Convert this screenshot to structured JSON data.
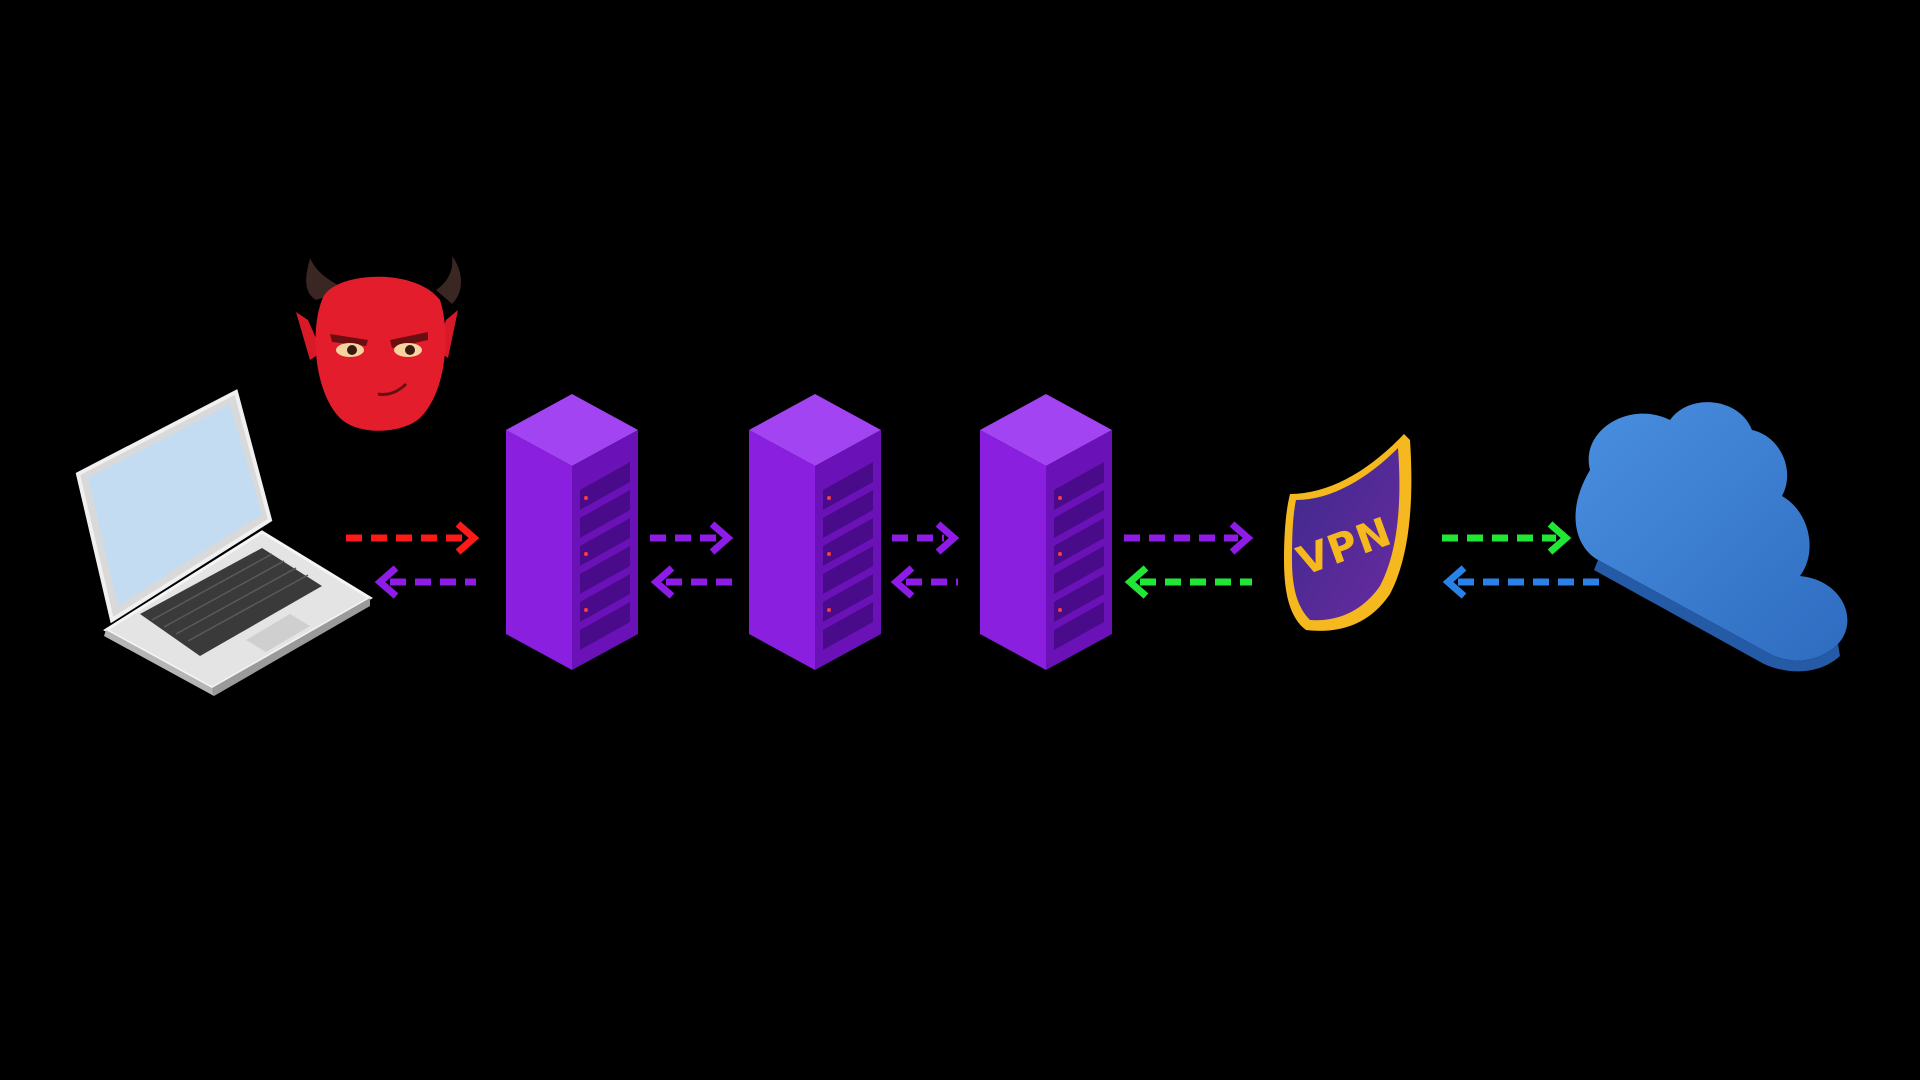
{
  "vpn_badge": {
    "label": "VPN",
    "fill": "#5b2a9a",
    "border": "#f5b81f",
    "text_color": "#f5b81f"
  },
  "colors": {
    "background": "#000000",
    "server": "#8a1fe0",
    "server_dark": "#5f10a8",
    "server_top": "#a244f2",
    "devil": "#e41d2d",
    "laptop_screen": "#c4dcf2",
    "cloud": "#3c7dd0"
  },
  "icons": [
    "laptop-icon",
    "devil-face-icon",
    "server-rack-icon",
    "server-rack-icon",
    "server-rack-icon",
    "vpn-shield-icon",
    "cloud-icon"
  ],
  "arrows": [
    {
      "between": "laptop-server-1",
      "direction": "right",
      "color": "#ff1a1a"
    },
    {
      "between": "laptop-server-1",
      "direction": "left",
      "color": "#8e1be6"
    },
    {
      "between": "server-1-server-2",
      "direction": "right",
      "color": "#8e1be6"
    },
    {
      "between": "server-1-server-2",
      "direction": "left",
      "color": "#8e1be6"
    },
    {
      "between": "server-2-server-3",
      "direction": "right",
      "color": "#8e1be6"
    },
    {
      "between": "server-2-server-3",
      "direction": "left",
      "color": "#8e1be6"
    },
    {
      "between": "server-3-vpn",
      "direction": "right",
      "color": "#8e1be6"
    },
    {
      "between": "server-3-vpn",
      "direction": "left",
      "color": "#22e635"
    },
    {
      "between": "vpn-cloud",
      "direction": "right",
      "color": "#22e635"
    },
    {
      "between": "vpn-cloud",
      "direction": "left",
      "color": "#2a82e8"
    }
  ]
}
